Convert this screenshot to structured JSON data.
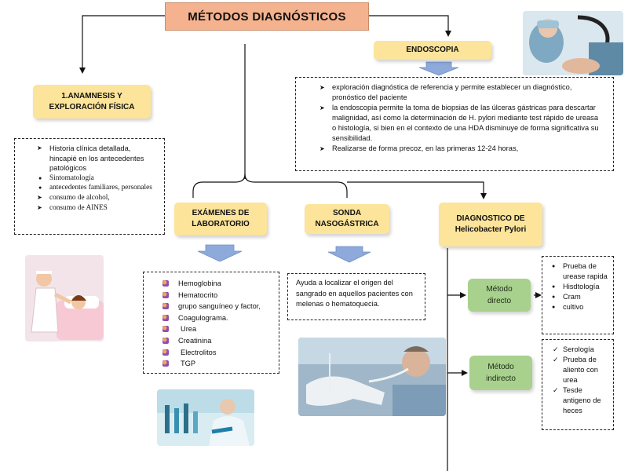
{
  "title": "MÉTODOS DIAGNÓSTICOS",
  "anamnesis": {
    "heading": "1.ANAMNESIS Y EXPLORACIÓN FÍSICA",
    "items": [
      "Historia clínica detallada, hincapié en los antecedentes patológicos",
      "Sintomatología",
      "antecedentes familiares, personales",
      "consumo de alcohol,",
      "consumo de AINES"
    ]
  },
  "endoscopia": {
    "heading": "ENDOSCOPIA",
    "items": [
      "exploración diagnóstica de referencia y permite establecer un diagnóstico, pronóstico del paciente",
      "la endoscopia permite la toma de biopsias de las úlceras gástricas para descartar malignidad, así como la determinación de H. pylori mediante test rápido de ureasa o histología, si bien en el contexto de una HDA disminuye de forma significativa su sensibilidad.",
      "Realizarse de forma precoz,  en las primeras 12-24 horas,"
    ]
  },
  "laboratorio": {
    "heading": "EXÁMENES DE LABORATORIO",
    "items": [
      "Hemoglobina",
      "Hematocrito",
      "grupo sanguíneo y factor,",
      "Coagulograma.",
      "Urea",
      "Creatinina",
      "Electrolitos",
      "TGP"
    ]
  },
  "sonda": {
    "heading": "SONDA NASOGÁSTRICA",
    "text": "Ayuda a localizar el origen del sangrado en aquellos pacientes con melenas o hematoquecia."
  },
  "helicobacter": {
    "heading_line1": "DIAGNOSTICO DE",
    "heading_line2": "Helicobacter Pylori",
    "directo": {
      "label": "Método directo",
      "items": [
        "Prueba de urease rapida",
        "Hisdtología",
        "Cram",
        "cultivo"
      ]
    },
    "indirecto": {
      "label": "Método indirecto",
      "items": [
        "Serología",
        "Prueba de aliento con urea",
        "Tesde antigeno de heces"
      ]
    }
  },
  "colors": {
    "title_bg": "#f4b28f",
    "heading_bg": "#fce49a",
    "method_bg": "#a8d18d",
    "down_arrow": "#8eaadb"
  }
}
